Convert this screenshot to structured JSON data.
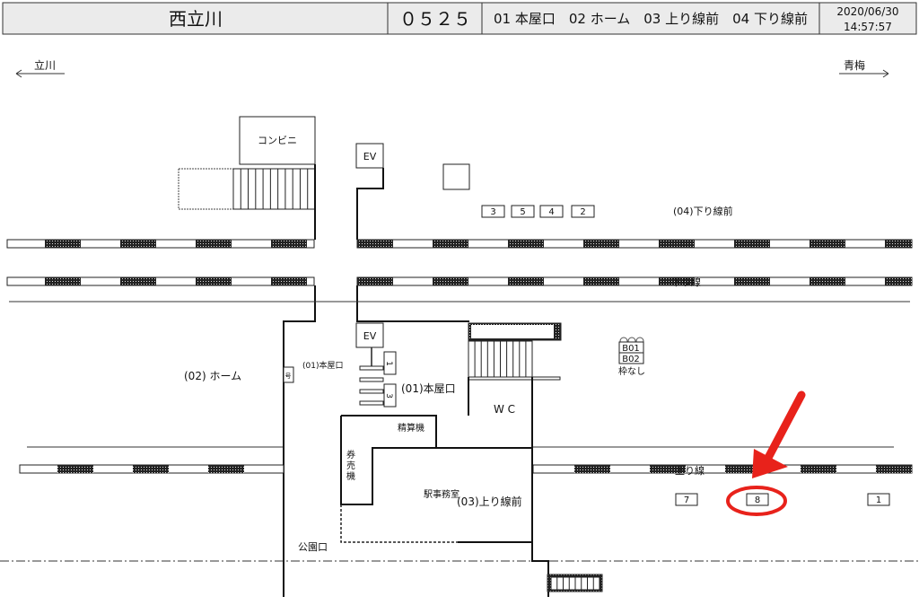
{
  "header": {
    "station_name": "西立川",
    "code": "０５２５",
    "legend": "01 本屋口　02 ホーム　03 上り線前　04 下り線前",
    "date": "2020/06/30",
    "time": "14:57:57"
  },
  "directions": {
    "left": "立川",
    "right": "青梅"
  },
  "labels": {
    "convenience_store": "コンビニ",
    "ev_top": "EV",
    "ev_bottom": "EV",
    "down_line_front": "(04)下り線前",
    "down_line": "下り線",
    "up_line": "上り線",
    "home": "(02) ホーム",
    "main_entrance_small": "(01)本屋口",
    "main_entrance": "(01)本屋口",
    "wc": "W C",
    "fare_adjust": "精算機",
    "ticket_machine": [
      "券",
      "売",
      "機"
    ],
    "station_office": "駅事務室",
    "up_line_front": "(03)上り線前",
    "park_exit": "公園口",
    "no_frame": "枠なし",
    "small_box": "号"
  },
  "markers": {
    "top": [
      "3",
      "5",
      "4",
      "2"
    ],
    "gate": [
      "1",
      "3"
    ],
    "bike": [
      "B01",
      "B02"
    ],
    "bottom": [
      "7",
      "8",
      "1"
    ]
  },
  "colors": {
    "highlight": "#e8221b",
    "header_bg": "#ebebeb"
  }
}
